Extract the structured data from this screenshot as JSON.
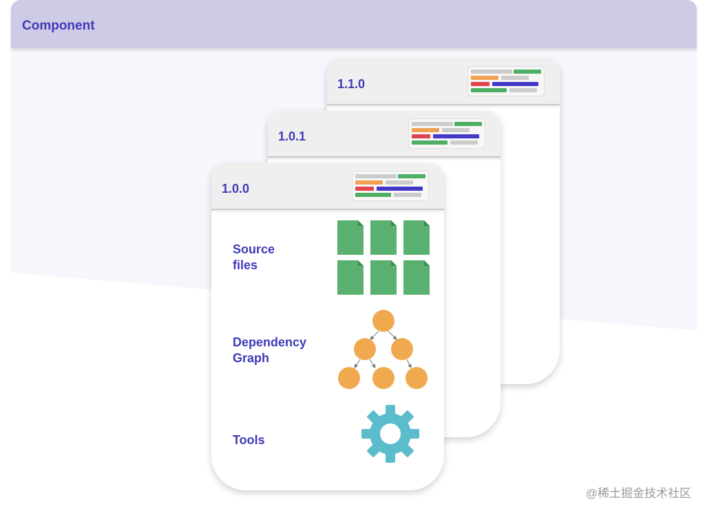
{
  "header": {
    "title": "Component"
  },
  "cards": [
    {
      "version": "1.1.0"
    },
    {
      "version": "1.0.1"
    },
    {
      "version": "1.0.0"
    }
  ],
  "sections": {
    "source_files": "Source\nfiles",
    "dependency_graph": "Dependency\nGraph",
    "tools": "Tools"
  },
  "watermark": "@稀土掘金技术社区",
  "colors": {
    "header_bg": "#cecbe6",
    "accent_text": "#3f3ab8",
    "file_green": "#5ab06e",
    "node_orange": "#f0a94f",
    "gear_teal": "#5bbccb",
    "code_gray": "#cccccc",
    "code_green": "#4caf64",
    "code_orange": "#f0a050",
    "code_red": "#e0454d",
    "code_blue": "#4338c8"
  },
  "icons": {
    "files": "document-icon",
    "graph": "dependency-graph-icon",
    "tools": "gear-icon",
    "code": "code-snippet-icon"
  }
}
